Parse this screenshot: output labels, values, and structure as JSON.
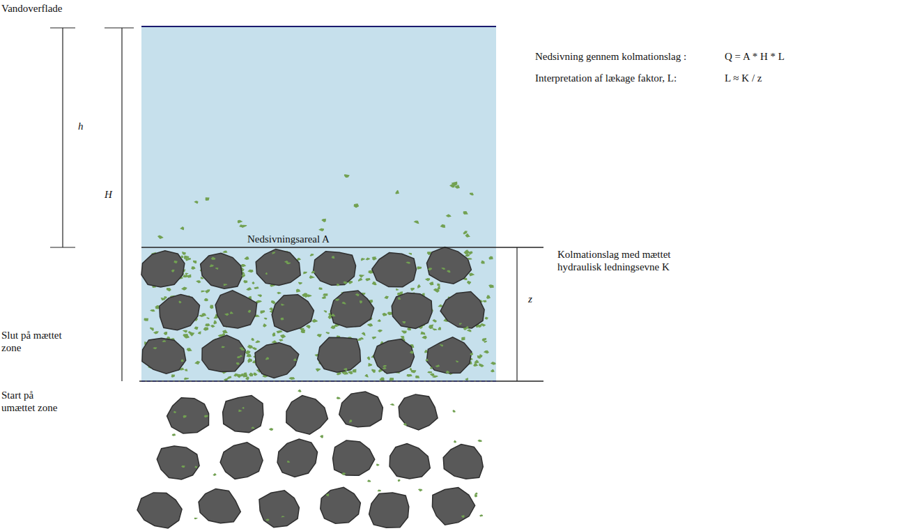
{
  "diagram": {
    "labels": [
      "Vandoverflade",
      "h",
      "H",
      "Nedsivningsareal A",
      "Nedsivning gennem kolmationslag :",
      "Q = A * H * L",
      "Interpretation af lækage faktor, L:",
      "L ≈ K / z",
      "Kolmationslag med mættet hydraulisk ledningsevne K",
      "z",
      "Slut på mættet zone",
      "Start på umættet zone"
    ]
  }
}
